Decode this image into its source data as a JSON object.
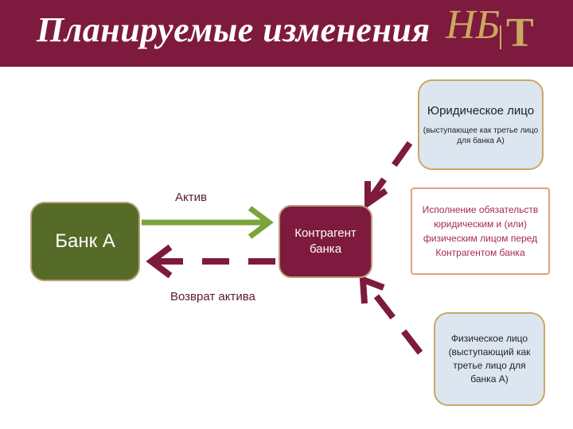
{
  "header": {
    "title": "Планируемые изменения",
    "bg_color": "#7e1a3d",
    "logo": {
      "script_mark": "НБ",
      "letter": "Т",
      "color": "#c9a961"
    }
  },
  "diagram": {
    "bank": "Банк А",
    "counterparty": "Контрагент банка",
    "legal_entity": {
      "title": "Юридическое лицо",
      "note": "(выступающее как третье лицо для банка А)"
    },
    "physical_person": "Физическое лицо (выступающий как третье лицо для банка А)",
    "obligation_note": "Исполнение обязательств юридическим и (или) физическим лицом перед Контрагентом банка",
    "arrow_labels": {
      "asset": "Актив",
      "asset_return": "Возврат актива"
    },
    "colors": {
      "bank": "#576b29",
      "counterparty": "#7e1a3d",
      "third_party": "#dce6f1",
      "asset_arrow": "#7aa33a",
      "return_arrow": "#7e1a3d",
      "obligation_text": "#a5275a"
    }
  }
}
